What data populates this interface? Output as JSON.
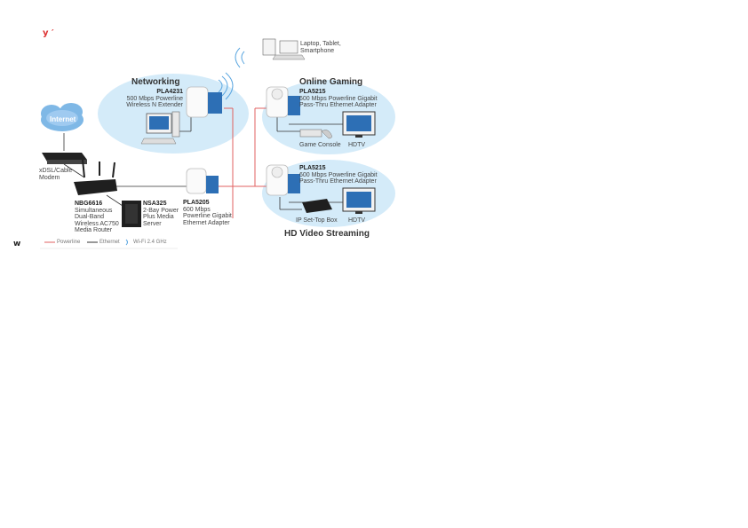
{
  "header_marks": "y ′",
  "side_mark": "w",
  "sections": {
    "networking": "Networking",
    "online_gaming": "Online Gaming",
    "hd_video": "HD Video Streaming"
  },
  "internet": "Internet",
  "modem": "xDSL/Cable\nModem",
  "mobile": "Laptop, Tablet,\nSmartphone",
  "router": {
    "model": "NBG6616",
    "desc": "Simultaneous\nDual-Band\nWireless AC750\nMedia Router"
  },
  "nas": {
    "model": "NSA325",
    "desc": "2-Bay Power\nPlus Media\nServer"
  },
  "pla4231": {
    "model": "PLA4231",
    "desc": "500 Mbps Powerline\nWireless N Extender"
  },
  "pla5205": {
    "model": "PLA5205",
    "desc": "600 Mbps\nPowerline Gigabit\nEthernet Adapter"
  },
  "pla5215_top": {
    "model": "PLA5215",
    "desc": "600 Mbps Powerline Gigabit\nPass-Thru Ethernet Adapter"
  },
  "pla5215_bottom": {
    "model": "PLA5215",
    "desc": "600 Mbps Powerline Gigabit\nPass-Thru Ethernet Adapter"
  },
  "devices": {
    "game_console": "Game Console",
    "hdtv_top": "HDTV",
    "iptv": "IP Set-Top Box",
    "hdtv_bottom": "HDTV"
  },
  "legend": {
    "powerline": "Powerline",
    "ethernet": "Ethernet",
    "wifi": "Wi-Fi 2.4 GHz"
  },
  "colors": {
    "powerline": "#e06060",
    "ethernet": "#333333",
    "glow": "#bfe3f7",
    "cloud": "#7fb8e6"
  }
}
